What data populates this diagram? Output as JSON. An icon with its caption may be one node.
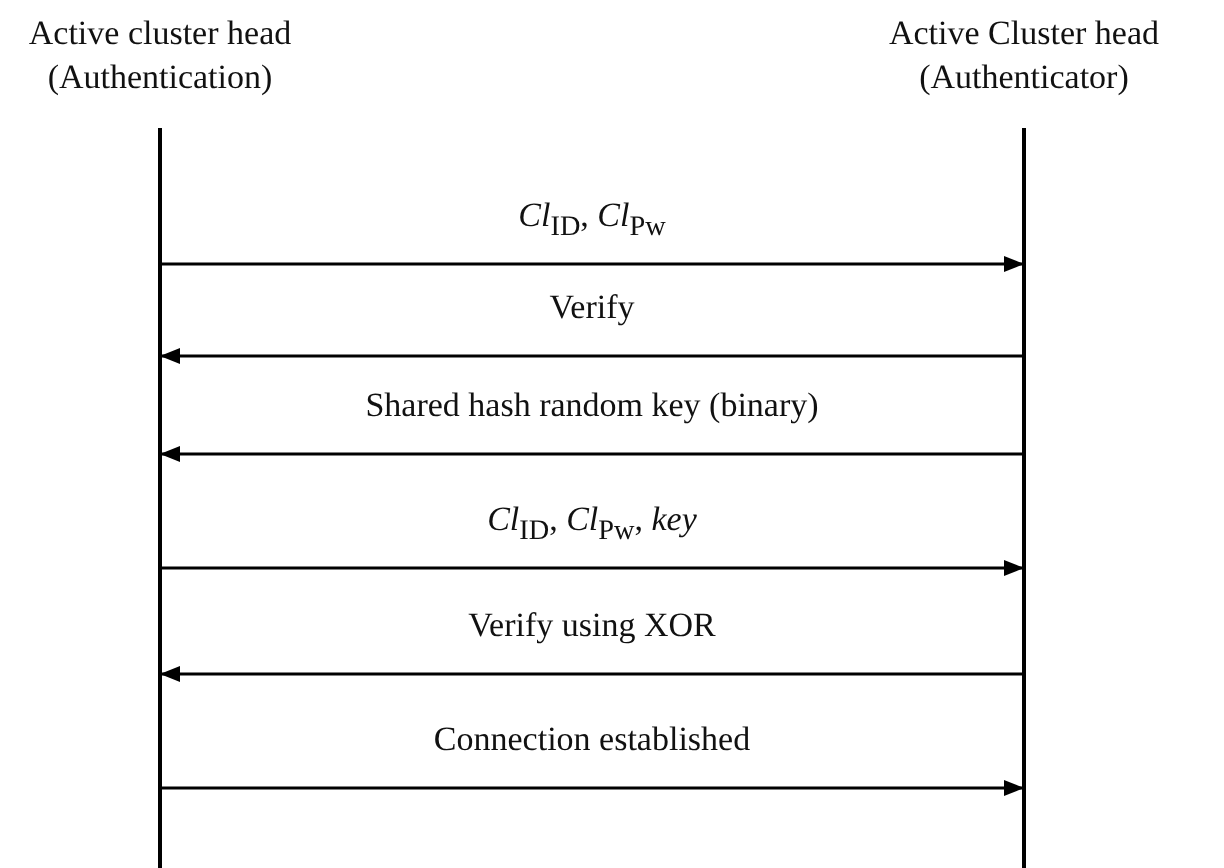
{
  "diagram": {
    "nodes": [
      {
        "text": [
          "Active cluster head (Authentication)"
        ]
      },
      {
        "text": [
          "Active Cluster head (Authenticator)"
        ]
      }
    ],
    "edges": [
      {
        "from": 0,
        "to": 1,
        "arrow": "to",
        "label": "*Cl*$_{ID}$, *Cl*$_{Pw}$"
      },
      {
        "from": 1,
        "to": 0,
        "arrow": "to",
        "label": "Verify"
      },
      {
        "from": 1,
        "to": 0,
        "arrow": "to",
        "label": "Shared hash random key (binary)"
      },
      {
        "from": 0,
        "to": 1,
        "arrow": "to",
        "label": "*Cl*$_{ID}$, *Cl*$_{Pw}$, *key*"
      },
      {
        "from": 1,
        "to": 0,
        "arrow": "to",
        "label": "Verify using XOR"
      },
      {
        "from": 0,
        "to": 1,
        "arrow": "to",
        "label": "Connection established"
      }
    ]
  }
}
